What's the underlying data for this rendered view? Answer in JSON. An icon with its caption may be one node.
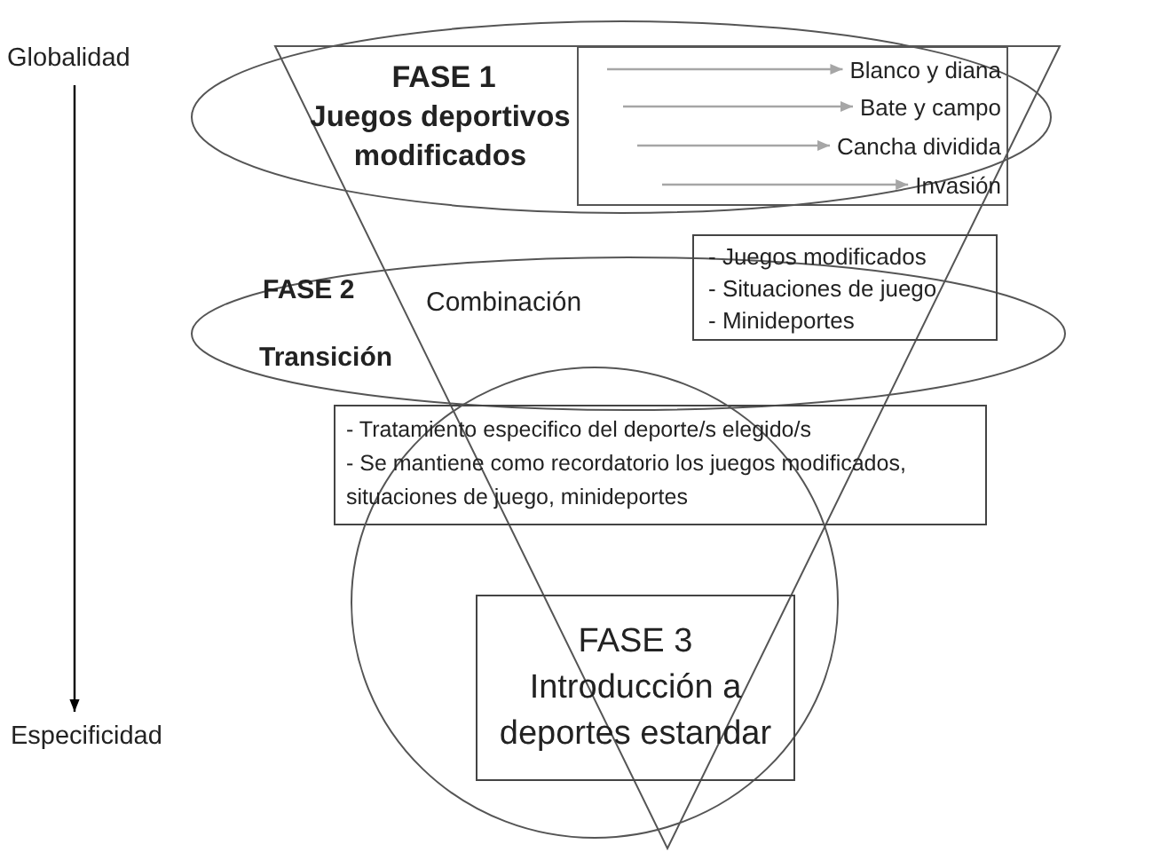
{
  "diagram": {
    "nodes": [
      {
        "text": [
          "Globalidad"
        ]
      },
      {
        "text": [
          "FASE 1",
          "Juegos deportivos modificados"
        ]
      },
      {
        "text": [],
        "shape": "box",
        "in": 1
      },
      {
        "text": [
          "Blanco y diana"
        ],
        "in": 2
      },
      {
        "text": [
          "Bate y campo"
        ],
        "in": 2
      },
      {
        "text": [
          "Cancha dividida"
        ],
        "in": 2
      },
      {
        "text": [
          "Invasión"
        ],
        "in": 2
      },
      {
        "text": [
          "FASE 2",
          "Combinación",
          "Transición"
        ]
      },
      {
        "text": [
          "- Juegos modificados",
          "- Situaciones de juego",
          "- Minideportes"
        ]
      },
      {
        "text": [
          "- Tratamiento especifico del deporte/s elegido/s",
          "- Se mantiene como recordatorio los juegos modificados, situaciones de juego, minideportes"
        ]
      },
      {
        "text": [],
        "shape": "circle"
      },
      {
        "text": [
          "FASE 3",
          "Introducción a deportes estandar"
        ],
        "in": 10
      },
      {
        "text": [
          "Especificidad"
        ]
      }
    ],
    "edges": [
      {
        "from": 0,
        "to": 12,
        "arrow": "to",
        "color": "#000000"
      }
    ]
  }
}
